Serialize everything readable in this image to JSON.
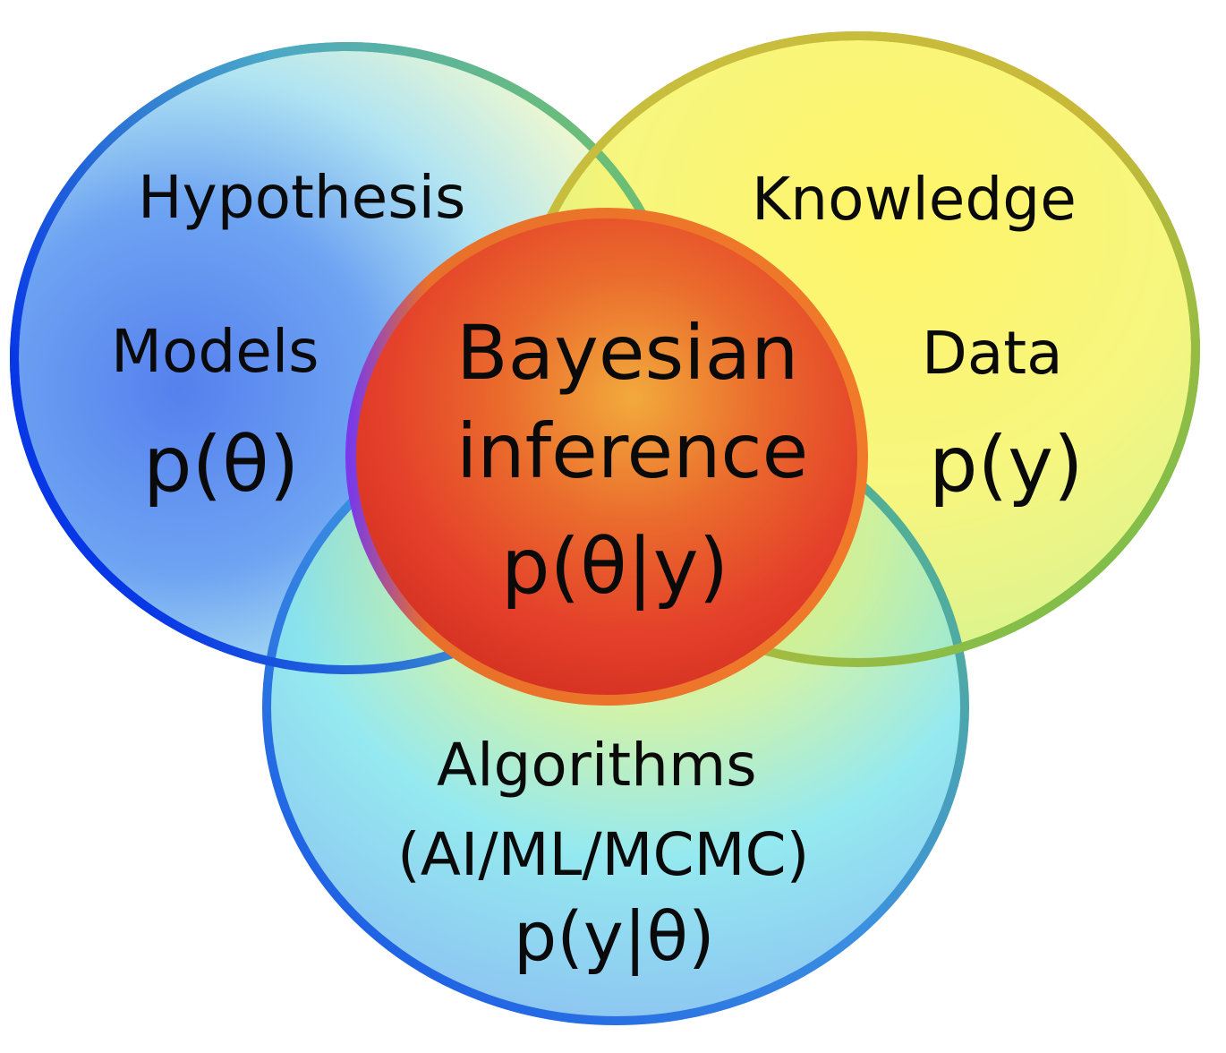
{
  "diagram": {
    "type": "venn",
    "sets": [
      {
        "id": "left",
        "labels": [
          "Hypothesis",
          "Models"
        ],
        "formula": "p(θ)",
        "colors": [
          "#0a3de8",
          "#5b8cf0",
          "#a8e6f3",
          "#fafcc0"
        ]
      },
      {
        "id": "right",
        "labels": [
          "Knowledge",
          "Data"
        ],
        "formula": "p(y)",
        "colors": [
          "#fff35a",
          "#f5f56a",
          "#a8ea8a",
          "#d4b63a"
        ]
      },
      {
        "id": "bottom",
        "labels": [
          "Algorithms",
          "(AI/ML/MCMC)"
        ],
        "formula": "p(y|θ)",
        "colors": [
          "#1e5ae8",
          "#7ee6f4",
          "#f5ee70",
          "#58b87a"
        ]
      }
    ],
    "center": {
      "labels": [
        "Bayesian",
        "inference"
      ],
      "formula": "p(θ|y)",
      "colors": [
        "#f0a83a",
        "#e84a2a",
        "#d63020",
        "#f07a2a"
      ]
    }
  },
  "text": {
    "hypothesis": "Hypothesis",
    "models": "Models",
    "p_theta": "p(θ)",
    "knowledge": "Knowledge",
    "data": "Data",
    "p_y": "p(y)",
    "bayesian": "Bayesian",
    "inference": "inference",
    "p_theta_given_y": "p(θ|y)",
    "algorithms": "Algorithms",
    "ai_ml_mcmc": "(AI/ML/MCMC)",
    "p_y_given_theta": "p(y|θ)"
  }
}
